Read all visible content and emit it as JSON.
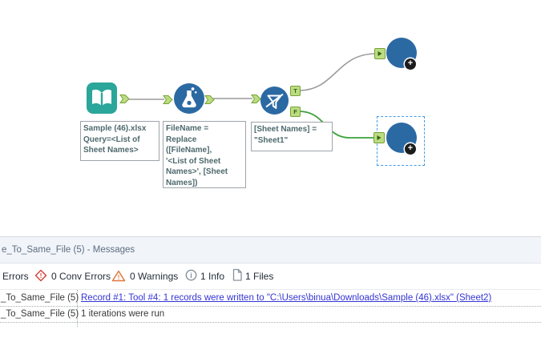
{
  "colors": {
    "teal": "#2BA69A",
    "tool-blue": "#2B69A3",
    "anchor-green": "#BCDC82",
    "anchor-border": "#76A237",
    "anchor-text": "#33620F",
    "wire-grey": "#9C9C9C",
    "wire-green": "#3BA03B",
    "selection-blue": "#3D9BE9",
    "annotation-border": "#9FA4AA",
    "annotation-text": "#4E696D",
    "link-blue": "#3434D6",
    "error-red": "#D6453F",
    "warning-orange": "#E0763B",
    "muted-icon": "#87929C",
    "panel-title-bg": "#F1F4F9",
    "panel-title-text": "#5E6E80",
    "toolbar-text": "#232D39",
    "row-text": "#3A3A3A"
  },
  "canvas": {
    "input_tool": {
      "annotation": [
        "Sample (46).xlsx",
        "Query=<List of",
        "Sheet Names>"
      ]
    },
    "formula_tool": {
      "annotation": [
        "FileName =",
        "Replace",
        "([FileName],",
        "'<List of Sheet",
        "Names>', [Sheet",
        "Names])"
      ]
    },
    "filter_tool": {
      "annotation": [
        "[Sheet Names] =",
        "\"Sheet1\""
      ],
      "true_anchor": "T",
      "false_anchor": "F"
    },
    "output_tool_badge": "+"
  },
  "panel": {
    "title": "e_To_Same_File (5) - Messages",
    "toolbar": {
      "errors": "Errors",
      "conv_errors": "0 Conv Errors",
      "warnings": "0 Warnings",
      "info": "1 Info",
      "files": "1 Files",
      "error_mark": "!",
      "warning_mark": "!",
      "info_mark": "i"
    },
    "rows": [
      {
        "tool": "_To_Same_File (5)",
        "message": "Record #1: Tool #4: 1 records were written to \"C:\\Users\\binua\\Downloads\\Sample (46).xlsx\" (Sheet2)"
      },
      {
        "tool": "_To_Same_File (5)",
        "message": "1 iterations were run"
      }
    ]
  }
}
